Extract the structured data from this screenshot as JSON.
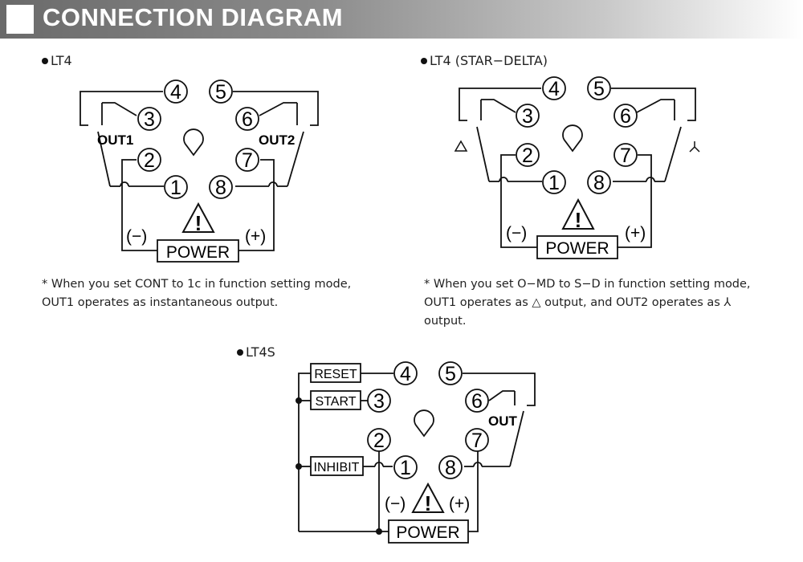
{
  "header": {
    "title": "CONNECTION DIAGRAM"
  },
  "lt4": {
    "label": "LT4",
    "pins": [
      "1",
      "2",
      "3",
      "4",
      "5",
      "6",
      "7",
      "8"
    ],
    "out1": "OUT1",
    "out2": "OUT2",
    "power": "POWER",
    "minus": "(−)",
    "plus": "(+)",
    "warning": "!",
    "note_line1": "* When you set CONT to 1c in function setting mode,",
    "note_line2": "OUT1 operates as instantaneous output."
  },
  "lt4_star_delta": {
    "label": "LT4 (STAR−DELTA)",
    "pins": [
      "1",
      "2",
      "3",
      "4",
      "5",
      "6",
      "7",
      "8"
    ],
    "delta_symbol": "△",
    "star_symbol": "⅄",
    "power": "POWER",
    "minus": "(−)",
    "plus": "(+)",
    "warning": "!",
    "note_line1": "* When you set O−MD to S−D in function setting mode,",
    "note_line2a": "OUT1 operates as",
    "note_delta": "△",
    "note_line2b": "output, and OUT2 operates as",
    "note_star": "⅄",
    "note_line3": "output."
  },
  "lt4s": {
    "label": "LT4S",
    "pins": [
      "1",
      "2",
      "3",
      "4",
      "5",
      "6",
      "7",
      "8"
    ],
    "reset": "RESET",
    "start": "START",
    "inhibit": "INHIBIT",
    "out": "OUT",
    "power": "POWER",
    "minus": "(−)",
    "plus": "(+)",
    "warning": "!"
  }
}
